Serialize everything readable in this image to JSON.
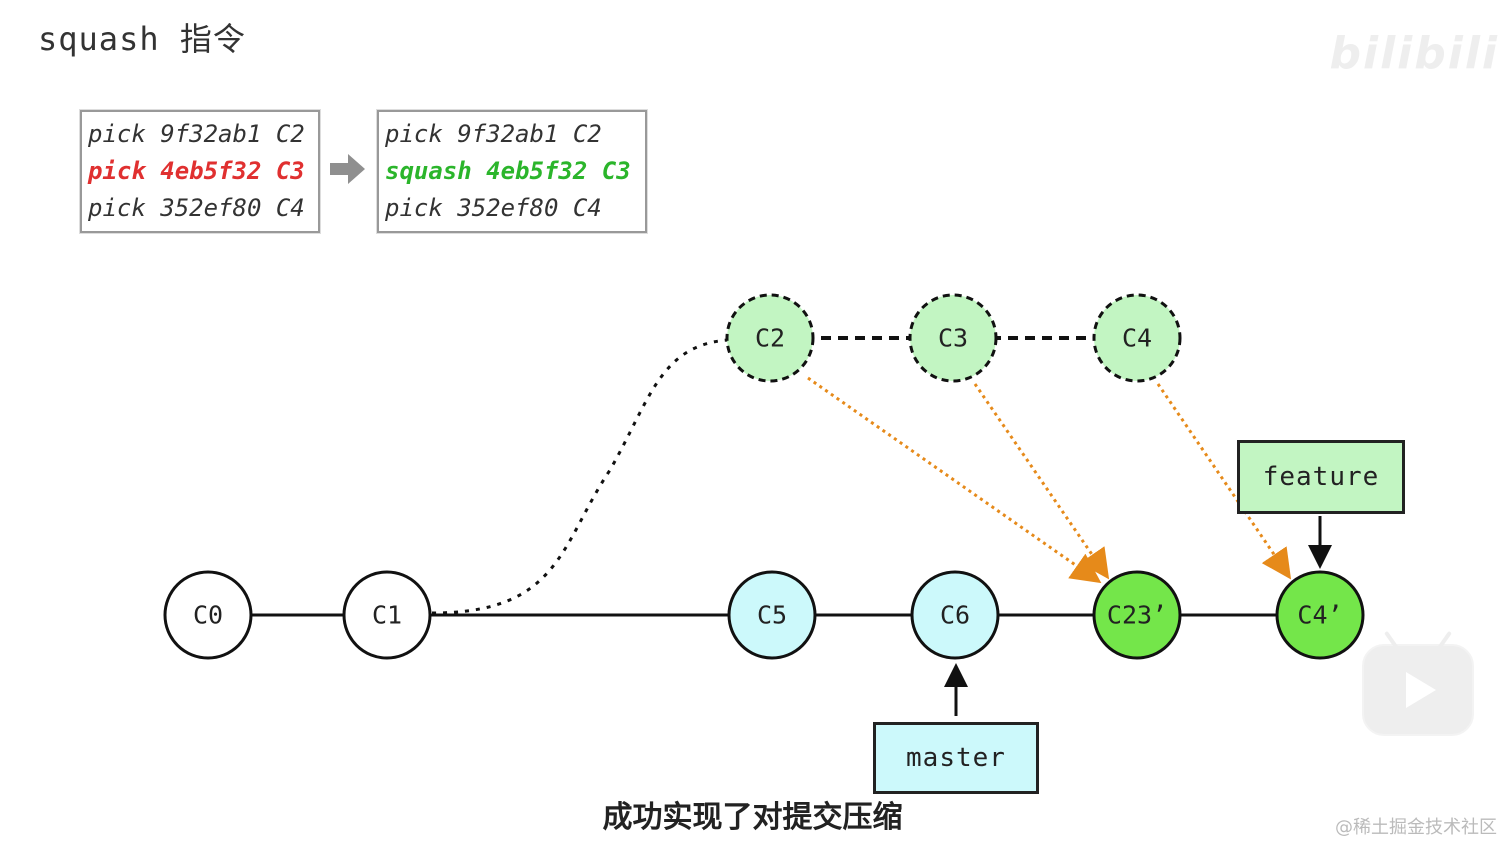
{
  "title": "squash 指令",
  "before_box": {
    "lines": [
      {
        "text": "pick 9f32ab1 C2",
        "style": "normal"
      },
      {
        "text": "pick 4eb5f32 C3",
        "style": "red"
      },
      {
        "text": "pick 352ef80 C4",
        "style": "normal"
      }
    ]
  },
  "after_box": {
    "lines": [
      {
        "text": "pick 9f32ab1 C2",
        "style": "normal"
      },
      {
        "text": "squash 4eb5f32 C3",
        "style": "green"
      },
      {
        "text": "pick 352ef80 C4",
        "style": "normal"
      }
    ]
  },
  "nodes": {
    "c0": "C0",
    "c1": "C1",
    "c5": "C5",
    "c6": "C6",
    "c23p": "C23’",
    "c4p": "C4’",
    "c2": "C2",
    "c3": "C3",
    "c4": "C4"
  },
  "refs": {
    "feature": "feature",
    "master": "master"
  },
  "subtitle": "成功实现了对提交压缩",
  "watermarks": {
    "top_right": "bilibili",
    "bottom_right": "@稀土掘金技术社区"
  },
  "colors": {
    "old_commit": "#ffffff",
    "main_commit": "#ccf9fb",
    "dashed_commit": "#c2f5c2",
    "new_commit": "#74e64a",
    "ref_feature": "#c2f5c2",
    "ref_master": "#ccf9fb",
    "move_arrow": "#e68a1a",
    "red_text": "#e03030",
    "green_text": "#2bb52b"
  },
  "icons": {
    "arrow": "right-arrow-icon",
    "play": "play-icon"
  }
}
